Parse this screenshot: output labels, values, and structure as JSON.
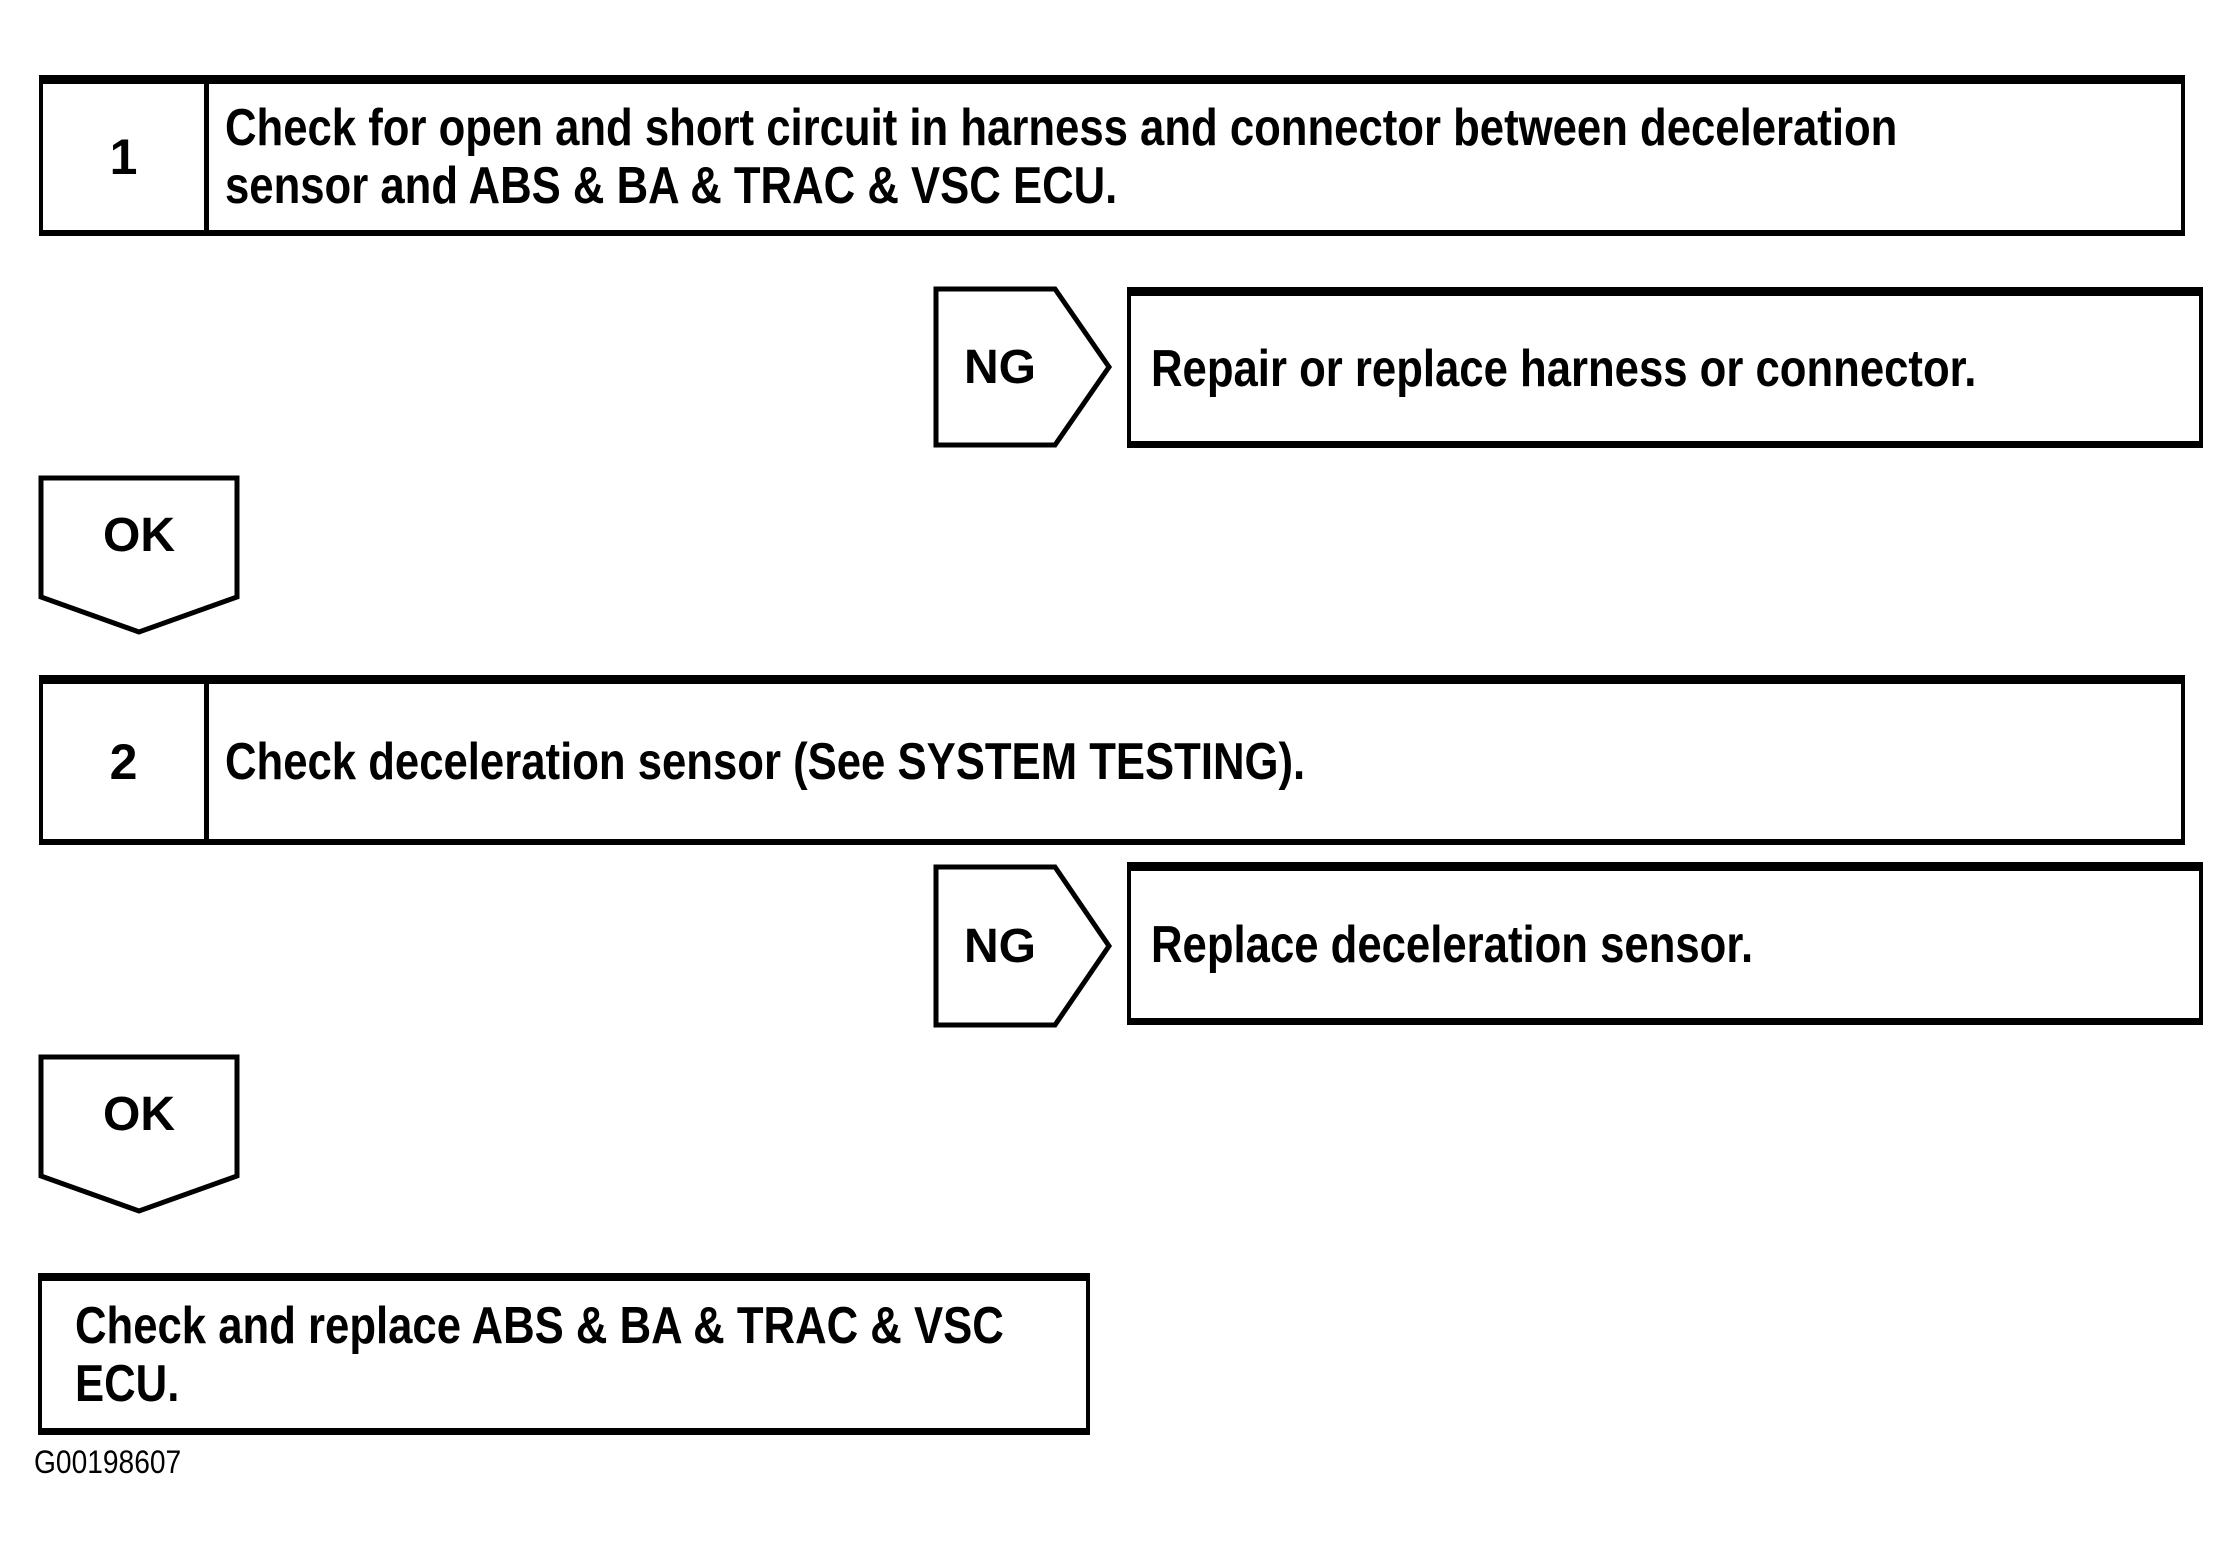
{
  "flowchart": {
    "background_color": "#ffffff",
    "line_color": "#000000",
    "figure_id": "G00198607",
    "steps": [
      {
        "number": "1",
        "instruction": "Check for open and short circuit in harness and connector between deceleration sensor and ABS & BA & TRAC & VSC ECU.",
        "instruction_lines": [
          "Check for open and short circuit in harness and connector between deceleration",
          "sensor and ABS & BA & TRAC & VSC ECU."
        ],
        "ng": {
          "label": "NG",
          "action": "Repair or replace harness or connector."
        },
        "ok": {
          "label": "OK"
        }
      },
      {
        "number": "2",
        "instruction": "Check deceleration sensor (See SYSTEM TESTING).",
        "instruction_lines": [
          "Check deceleration sensor (See SYSTEM TESTING)."
        ],
        "ng": {
          "label": "NG",
          "action": "Replace deceleration sensor."
        },
        "ok": {
          "label": "OK"
        }
      }
    ],
    "final_action": "Check and replace ABS & BA & TRAC & VSC ECU.",
    "final_action_lines": [
      "Check and replace ABS & BA & TRAC & VSC",
      "ECU."
    ]
  }
}
